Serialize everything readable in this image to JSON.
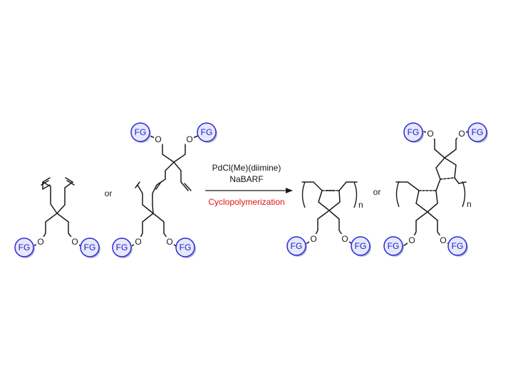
{
  "labels": {
    "fg": "FG",
    "oxygen": "O",
    "or": "or",
    "n": "n"
  },
  "reagents": {
    "catalyst": "PdCl(Me)(diimine)",
    "activator": "NaBARF",
    "process": "Cyclopolymerization"
  },
  "colors": {
    "fg_text": "#1c1ccd",
    "fg_ring": "#2b2bd6",
    "fg_fill": "#e7e8fb",
    "process_text": "#e01414"
  }
}
